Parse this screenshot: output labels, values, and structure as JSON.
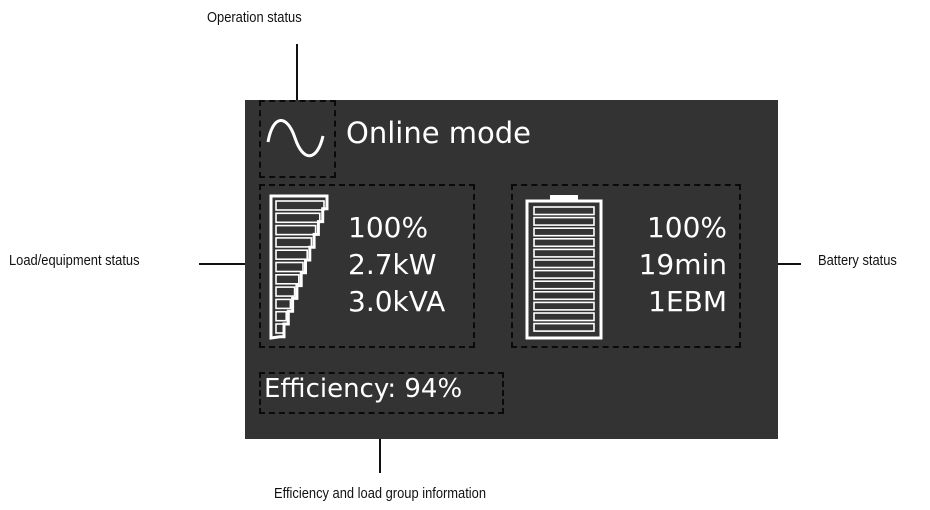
{
  "callouts": {
    "operation": "Operation status",
    "load": "Load/equipment status",
    "battery": "Battery status",
    "efficiency": "Efficiency and load group information"
  },
  "display": {
    "mode_icon": "sine-wave-icon",
    "mode_text": "Online mode",
    "load": {
      "icon": "load-level-bars-icon",
      "level_fraction": 1.0,
      "percent": "100%",
      "power": "2.7kW",
      "apparent_power": "3.0kVA"
    },
    "battery": {
      "icon": "battery-icon",
      "level_fraction": 1.0,
      "percent": "100%",
      "runtime": "19min",
      "ebm": "1EBM"
    },
    "efficiency": "Efficiency: 94%"
  },
  "colors": {
    "screen_background": "#333333",
    "lcd_text": "#ffffff",
    "dash_border": "#0a0a0a",
    "page_background": "#ffffff"
  }
}
